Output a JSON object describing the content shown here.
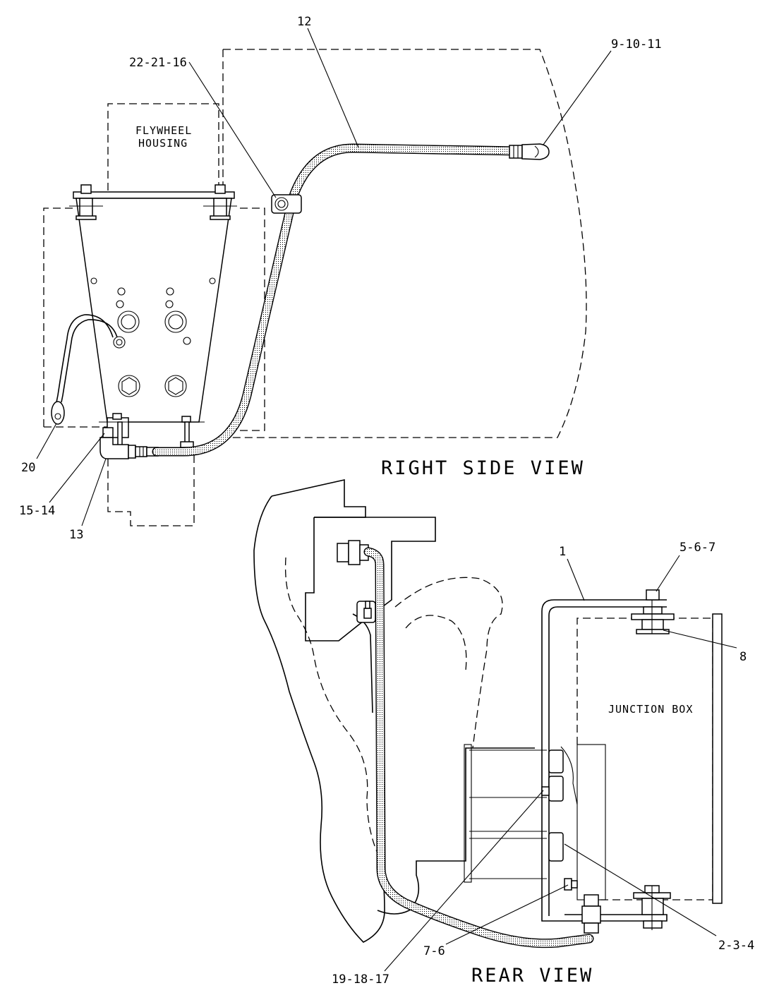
{
  "views": {
    "right_side": "RIGHT SIDE VIEW",
    "rear": "REAR VIEW"
  },
  "component_labels": {
    "flywheel_line1": "FLYWHEEL",
    "flywheel_line2": "HOUSING",
    "junction_box": "JUNCTION BOX"
  },
  "callouts": {
    "c12": "12",
    "c9_10_11": "9-10-11",
    "c22_21_16": "22-21-16",
    "c20": "20",
    "c15_14": "15-14",
    "c13": "13",
    "c1": "1",
    "c5_6_7": "5-6-7",
    "c8": "8",
    "c2_3_4": "2-3-4",
    "c7_6": "7-6",
    "c19_18_17": "19-18-17"
  }
}
